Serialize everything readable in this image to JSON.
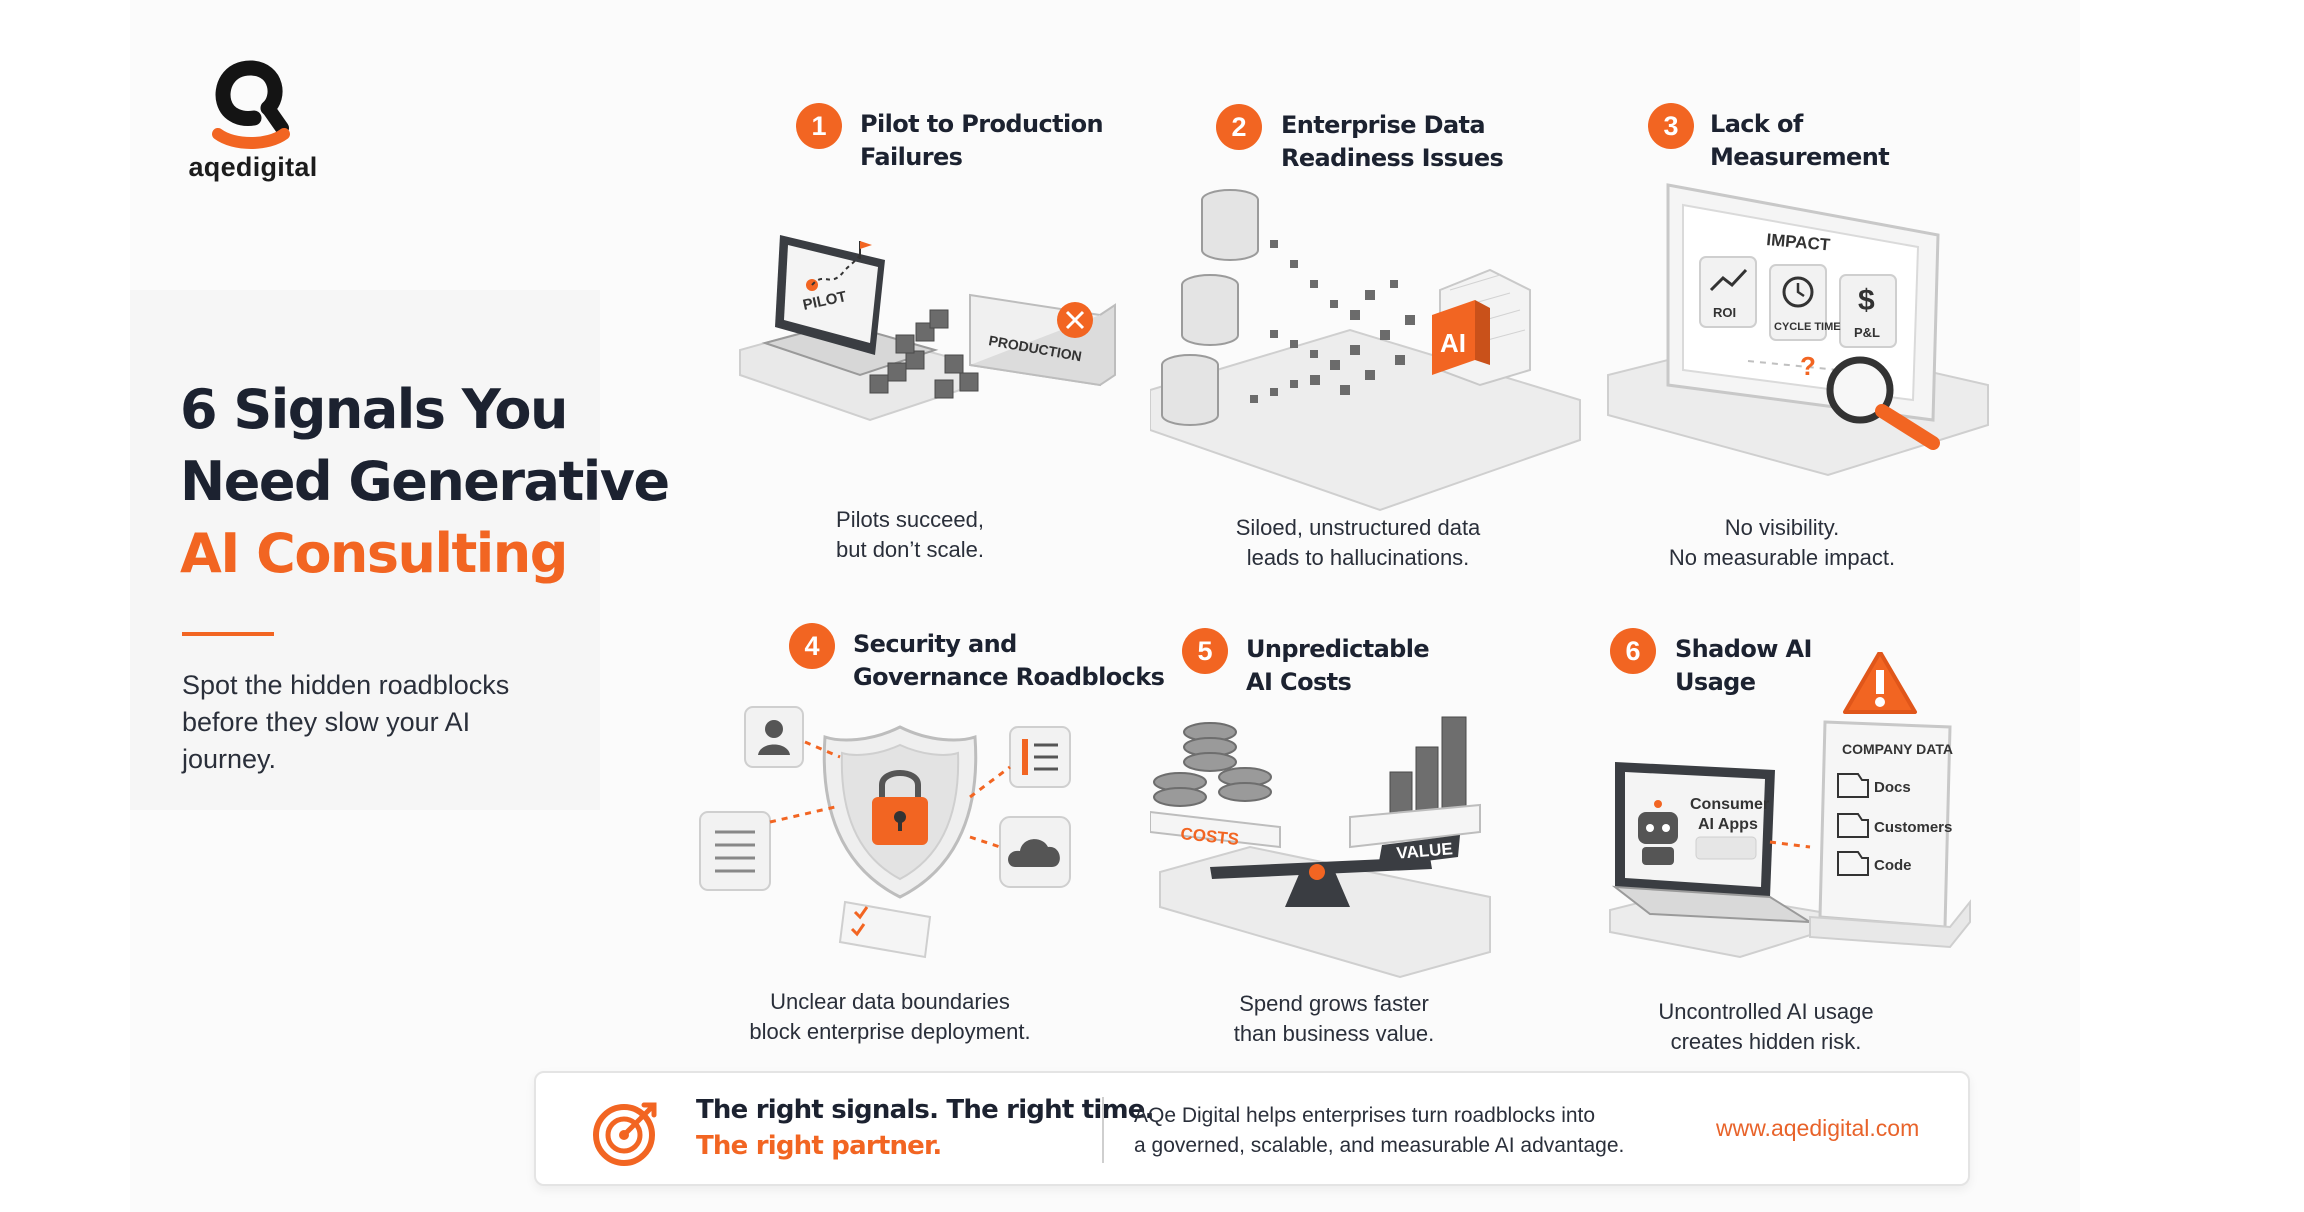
{
  "brand": {
    "name": "aqedigital",
    "accent_color": "#f26522",
    "text_color": "#1c2230"
  },
  "headline": {
    "line1": "6 Signals You",
    "line2": "Need Generative",
    "line3": "AI Consulting"
  },
  "subtitle": "Spot the hidden roadblocks before they slow your AI journey.",
  "signals": [
    {
      "number": "1",
      "title_line1": "Pilot to Production",
      "title_line2": "Failures",
      "caption_line1": "Pilots succeed,",
      "caption_line2": "but don’t scale.",
      "labels": {
        "pilot": "PILOT",
        "production": "PRODUCTION"
      },
      "icons": [
        "laptop-icon",
        "flag-icon",
        "error-x-icon"
      ]
    },
    {
      "number": "2",
      "title_line1": "Enterprise Data",
      "title_line2": "Readiness Issues",
      "caption_line1": "Siloed, unstructured data",
      "caption_line2": "leads to hallucinations.",
      "labels": {
        "ai": "AI"
      },
      "icons": [
        "database-icon",
        "ai-chip-icon"
      ]
    },
    {
      "number": "3",
      "title_line1": "Lack of",
      "title_line2": "Measurement",
      "caption_line1": "No visibility.",
      "caption_line2": "No measurable impact.",
      "labels": {
        "impact": "IMPACT",
        "roi": "ROI",
        "cycle_time": "CYCLE TIME",
        "pl": "P&L",
        "dollar": "$",
        "question": "?"
      },
      "icons": [
        "trend-icon",
        "clock-icon",
        "dollar-icon",
        "magnifier-icon"
      ]
    },
    {
      "number": "4",
      "title_line1": "Security and",
      "title_line2": "Governance Roadblocks",
      "caption_line1": "Unclear data boundaries",
      "caption_line2": "block enterprise deployment.",
      "icons": [
        "shield-icon",
        "lock-icon",
        "user-icon",
        "document-icon",
        "cloud-icon",
        "checklist-icon"
      ]
    },
    {
      "number": "5",
      "title_line1": "Unpredictable",
      "title_line2": "AI Costs",
      "caption_line1": "Spend grows faster",
      "caption_line2": "than business value.",
      "labels": {
        "costs": "COSTS",
        "value": "VALUE"
      },
      "icons": [
        "coins-icon",
        "bar-chart-icon",
        "scale-icon"
      ]
    },
    {
      "number": "6",
      "title_line1": "Shadow AI",
      "title_line2": "Usage",
      "caption_line1": "Uncontrolled AI usage",
      "caption_line2": "creates hidden risk.",
      "labels": {
        "consumer_line1": "Consumer",
        "consumer_line2": "AI Apps",
        "company_data": "COMPANY DATA",
        "docs": "Docs",
        "customers": "Customers",
        "code": "Code"
      },
      "icons": [
        "laptop-icon",
        "robot-icon",
        "warning-icon",
        "folder-icon"
      ]
    }
  ],
  "footer": {
    "tagline_line1": "The right signals. The right time.",
    "tagline_line2": "The right partner.",
    "description_line1": "AQe Digital helps enterprises turn roadblocks into",
    "description_line2": "a governed, scalable, and measurable AI advantage.",
    "url": "www.aqedigital.com",
    "icon": "target-icon"
  }
}
